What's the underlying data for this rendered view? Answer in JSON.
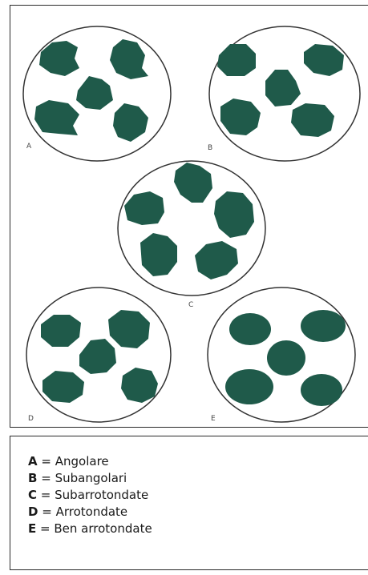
{
  "figure": {
    "particle_color": "#1f5a4a",
    "panels": [
      {
        "id": "A",
        "letter": "A"
      },
      {
        "id": "B",
        "letter": "B"
      },
      {
        "id": "C",
        "letter": "C"
      },
      {
        "id": "D",
        "letter": "D"
      },
      {
        "id": "E",
        "letter": "E"
      }
    ]
  },
  "legend": {
    "items": [
      {
        "key": "A",
        "sep": "=",
        "label": "Angolare"
      },
      {
        "key": "B",
        "sep": "=",
        "label": "Subangolari"
      },
      {
        "key": "C",
        "sep": "=",
        "label": "Subarrotondate"
      },
      {
        "key": "D",
        "sep": "=",
        "label": "Arrotondate"
      },
      {
        "key": "E",
        "sep": "=",
        "label": "Ben arrotondate"
      }
    ]
  }
}
